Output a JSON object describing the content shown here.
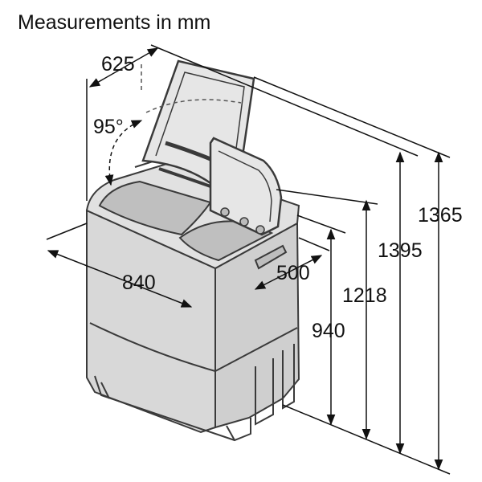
{
  "title": "Measurements in mm",
  "dimensions": {
    "depth_lid": "625",
    "lid_angle": "95°",
    "width": "840",
    "depth": "500",
    "height_body": "940",
    "height_lid_inner": "1218",
    "height_lid_open_max": "1395",
    "height_lid_open": "1365"
  },
  "colors": {
    "body_fill": "#d6d6d6",
    "outline": "#3a3a3a",
    "line": "#111111"
  }
}
